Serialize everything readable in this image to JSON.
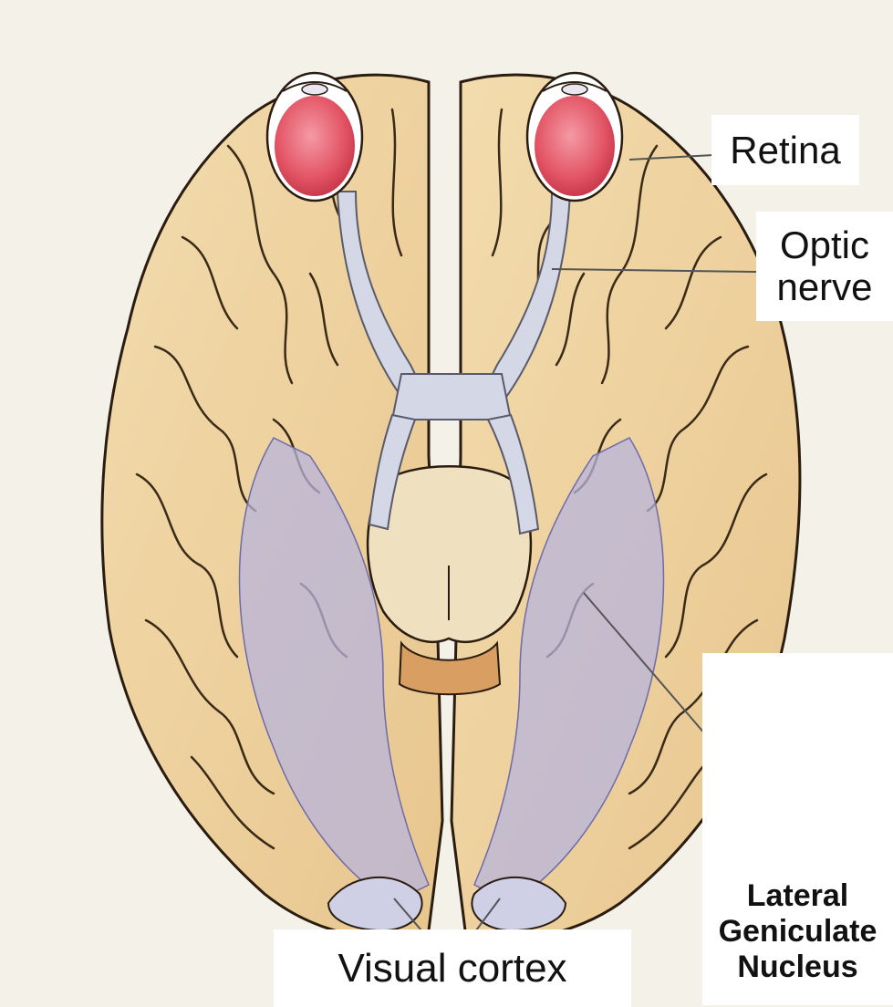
{
  "labels": {
    "retina": "Retina",
    "optic_nerve": [
      "Optic",
      "nerve"
    ],
    "lgn": [
      "Lateral",
      "Geniculate",
      "Nucleus"
    ],
    "visual_cortex": "Visual cortex"
  },
  "colors": {
    "background": "#f4f1e8",
    "brain_fill": "#f1d9a8",
    "brain_shade": "#e6c48a",
    "sulcus": "#3a2a18",
    "eye_fill": "#e45a6a",
    "optic_pathway": "#d4d8e6",
    "optic_radiation": "#b7b4dc",
    "brainstem": "#e8cf9e",
    "cerebellum": "#d99e62",
    "leader_line": "#555555"
  }
}
